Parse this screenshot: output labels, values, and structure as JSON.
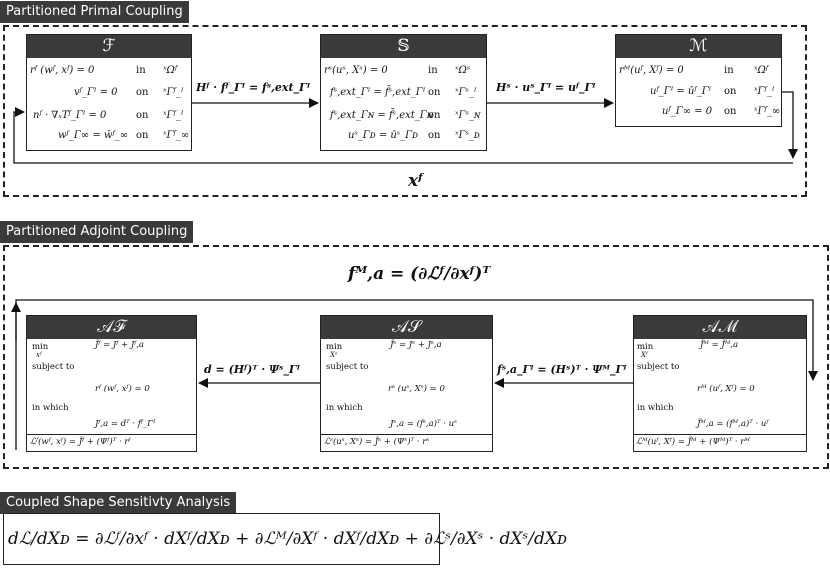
{
  "sections": {
    "primal": "Partitioned Primal Coupling",
    "adjoint": "Partitioned Adjoint Coupling",
    "sensitivity": "Coupled Shape Sensitivty Analysis"
  },
  "primal": {
    "F": {
      "title": "ℱ",
      "rows": [
        {
          "eq": "rᶠ (wᶠ, xᶠ) = 0",
          "word": "in",
          "dom": "ˣΩᶠ"
        },
        {
          "eq": "vᶠ_Γᴵ = 0",
          "word": "on",
          "dom": "ˣΓᶠ_ᴵ"
        },
        {
          "eq": "nᶠ · ∇ₓTᶠ_Γᴵ = 0",
          "word": "on",
          "dom": "ˣΓᶠ_ᴵ"
        },
        {
          "eq": "wᶠ_Γ∞ = w̄ᶠ_∞",
          "word": "on",
          "dom": "ˣΓᶠ_∞"
        }
      ]
    },
    "S": {
      "title": "𝕊",
      "rows": [
        {
          "eq": "rˢ(uˢ, Xˢ) = 0",
          "word": "in",
          "dom": "ˣΩˢ"
        },
        {
          "eq": "fˢ,ext_Γᴵ = f̄ˢ,ext_Γᴵ",
          "word": "on",
          "dom": "ˣΓˢ_ᴵ"
        },
        {
          "eq": "fˢ,ext_Γɴ = f̄ˢ,ext_Γɴ",
          "word": "on",
          "dom": "ˣΓˢ_ɴ"
        },
        {
          "eq": "uˢ_Γᴅ = ūˢ_Γᴅ",
          "word": "on",
          "dom": "ˣΓˢ_ᴅ"
        }
      ]
    },
    "M": {
      "title": "ℳ",
      "rows": [
        {
          "eq": "rᴹ(uᶠ, Xᶠ) = 0",
          "word": "in",
          "dom": "ˣΩᶠ"
        },
        {
          "eq": "uᶠ_Γᴵ = ūᶠ_Γᴵ",
          "word": "on",
          "dom": "ˣΓᶠ_ᴵ"
        },
        {
          "eq": "uᶠ_Γ∞ = 0",
          "word": "on",
          "dom": "ˣΓᶠ_∞"
        }
      ]
    },
    "arrow_FS": "Hᶠ · fᶠ_Γᴵ = fˢ,ext_Γᴵ",
    "arrow_SM": "Hˢ · uˢ_Γᴵ = uᶠ_Γᴵ",
    "feedback": "xᶠ"
  },
  "adjoint": {
    "top_arrow": "fᴹ,a = (∂ℒᶠ/∂xᶠ)ᵀ",
    "AF": {
      "title": "𝒜ℱ",
      "min": "min",
      "min_var": "xᶠ",
      "obj": "J̃ᶠ = Jᶠ + Jᶠ,a",
      "subject": "subject to",
      "constraint": "rᶠ (wᶠ, xᶠ) = 0",
      "inwhich": "in which",
      "def": "Jᶠ,a = dᵀ · fᶠ_Γᴵ",
      "lag": "ℒᶠ(wᶠ, xᶠ) = J̃ᶠ + (Ψᶠ)ᵀ · rᶠ"
    },
    "AS": {
      "title": "𝒜𝒮",
      "min": "min",
      "min_var": "Xˢ",
      "obj": "J̃ˢ = Jˢ + Jˢ,a",
      "subject": "subject to",
      "constraint": "rˢ (uˢ, Xˢ) = 0",
      "inwhich": "in which",
      "def": "Jˢ,a = (fˢ,a)ᵀ · uˢ",
      "lag": "ℒˢ(uˢ, Xˢ) = J̃ˢ + (Ψˢ)ᵀ · rˢ"
    },
    "AM": {
      "title": "𝒜ℳ",
      "min": "min",
      "min_var": "Xᶠ",
      "obj": "J̃ᴹ = J̃ᴹ,a",
      "subject": "subject to",
      "constraint": "rᴹ (uᶠ, Xᶠ) = 0",
      "inwhich": "in which",
      "def": "J̃ᴹ,a = (fᴹ,a)ᵀ · uᶠ",
      "lag": "ℒᴹ(uᶠ, Xᶠ) = J̃ᴹ + (Ψᴹ)ᵀ · rᴹ"
    },
    "arrow_SF": "d = (Hᶠ)ᵀ · Ψˢ_Γᴵ",
    "arrow_MS": "fˢ,a_Γᴵ = (Hˢ)ᵀ · Ψᴹ_Γᴵ"
  },
  "sensitivity": {
    "equation": "dℒ/dXᴅ = ∂ℒᶠ/∂xᶠ · dXᶠ/dXᴅ + ∂ℒᴹ/∂Xᶠ · dXᶠ/dXᴅ + ∂ℒˢ/∂Xˢ · dXˢ/dXᴅ"
  }
}
